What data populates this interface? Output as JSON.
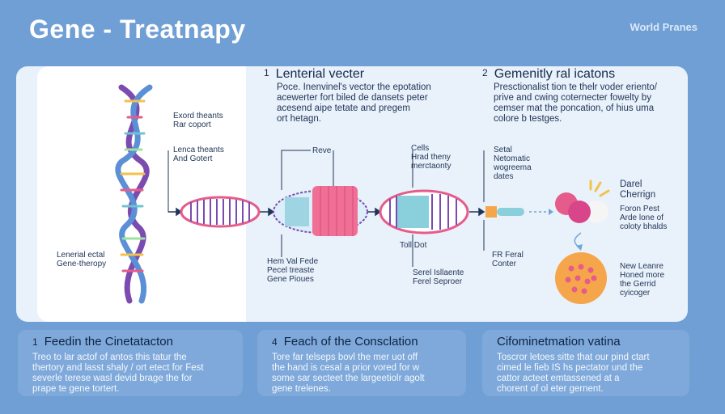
{
  "title": "Gene - Treatnapy",
  "brand": "World Pranes",
  "steps": [
    {
      "num": "1",
      "heading": "Lenterial vecter",
      "lines": [
        "Poce. Inenvinel's vector the epotation",
        "acewerter fort biled de dansets peter",
        "acesend aipe tetate and pregem",
        "ort hetagn."
      ]
    },
    {
      "num": "2",
      "heading": "Gemenitly ral icatons",
      "lines": [
        "Presctionalist tion te thelr voder eriento/",
        "prive and cwing coternecter fowelty by",
        "cemser mat the poncation, of hius uma",
        "colore b testges."
      ]
    }
  ],
  "labels": {
    "exord_treants": [
      "Exord theants",
      "Rar coport"
    ],
    "lenca_theants": [
      "Lenca theants",
      "And Gotert"
    ],
    "lenerial_ectal": [
      "Lenerial ectal",
      "Gene-theropy"
    ],
    "reve": "Reve",
    "cells": [
      "Cells",
      "Hrad theny",
      "merctaonty"
    ],
    "setal": [
      "Setal",
      "Netomatic",
      "wogreema",
      "dates"
    ],
    "darel": [
      "Darel",
      "Cherrign"
    ],
    "foron": [
      "Foron Pest",
      "Arde lone of",
      "coloty bhalds"
    ],
    "hemval": [
      "Hem Val Fede",
      "Pecel treaste",
      "Gene Pioues"
    ],
    "toll_dot": "Toll Dot",
    "serel": [
      "Serel Isllaente",
      "Ferel Seproer"
    ],
    "fr_feral": [
      "FR Feral",
      "Conter"
    ],
    "new_leanre": [
      "New Leanre",
      "Honed more",
      "the Gerrid",
      "cyicoger"
    ]
  },
  "cards": [
    {
      "num": "1",
      "heading": "Feedin the Cinetatacton",
      "lines": [
        "Treo to lar actof of antos this tatur the",
        "thertory and lasst shaly / ort etect for Fest",
        "severle terese wasl devid brage the for",
        "prape te gene tortert."
      ]
    },
    {
      "num": "4",
      "heading": "Feach of the Consclation",
      "lines": [
        "Tore far telseps bovl the mer uot off",
        "the hand is cesal a prior vored for w",
        "some sar secteet the largeetiolr agolt",
        "gene trelenes."
      ]
    },
    {
      "num": "",
      "heading": "Cifominetmation vatina",
      "lines": [
        "Toscror letoes sitte that our pind ctart",
        "cimed le fieb IS hs pectator und the",
        "cattor acteet emtassened at a",
        "chorent of ol eter gernent."
      ]
    }
  ],
  "colors": {
    "background": "#6f9fd4",
    "panel": "#e9f1fa",
    "card": "#7fa9da",
    "helix_purple": "#7b4bb0",
    "vector_pink": "#e55c8a",
    "vector_teal": "#6fc3d1",
    "cell_orange": "#f5a64a",
    "accent_yellow": "#f4c24a"
  }
}
